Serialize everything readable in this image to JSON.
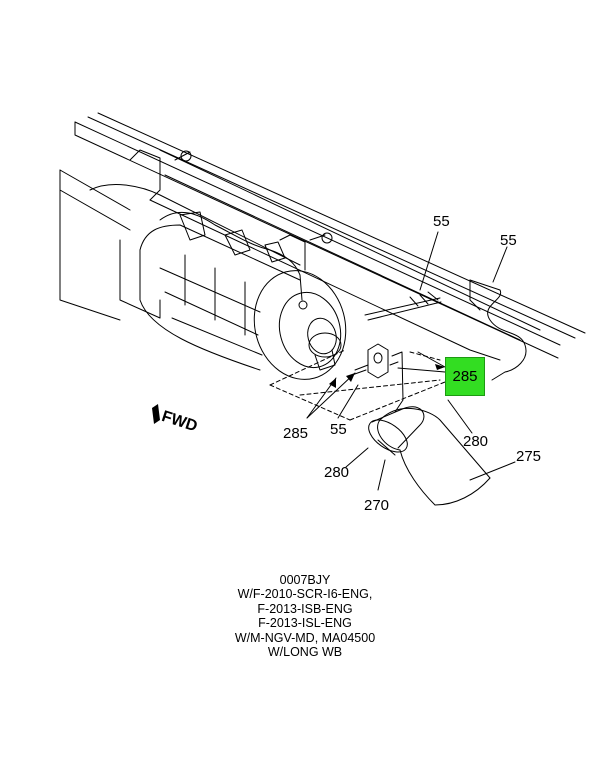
{
  "callouts": {
    "c55_top_mid": "55",
    "c55_top_right": "55",
    "c285_highlight": "285",
    "c285_left": "285",
    "c55_bottom": "55",
    "c280_right": "280",
    "c280_left": "280",
    "c270": "270",
    "c275": "275"
  },
  "fwd_label": "FWD",
  "highlight_color": "#33dd22",
  "caption": [
    "0007BJY",
    "W/F-2010-SCR-I6-ENG,",
    "F-2013-ISB-ENG",
    "F-2013-ISL-ENG",
    "W/M-NGV-MD, MA04500",
    "W/LONG WB"
  ]
}
